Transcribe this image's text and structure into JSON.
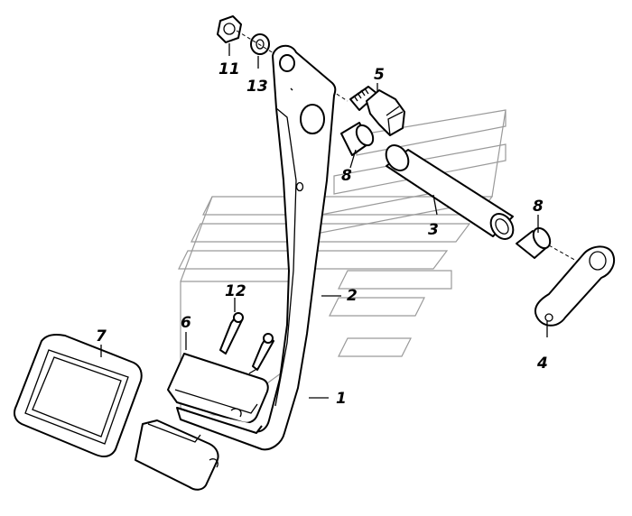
{
  "diagram": {
    "callouts": {
      "c1": "1",
      "c2": "2",
      "c3": "3",
      "c4": "4",
      "c5": "5",
      "c6": "6",
      "c7": "7",
      "c8a": "8",
      "c8b": "8",
      "c11": "11",
      "c12": "12",
      "c13": "13"
    }
  }
}
